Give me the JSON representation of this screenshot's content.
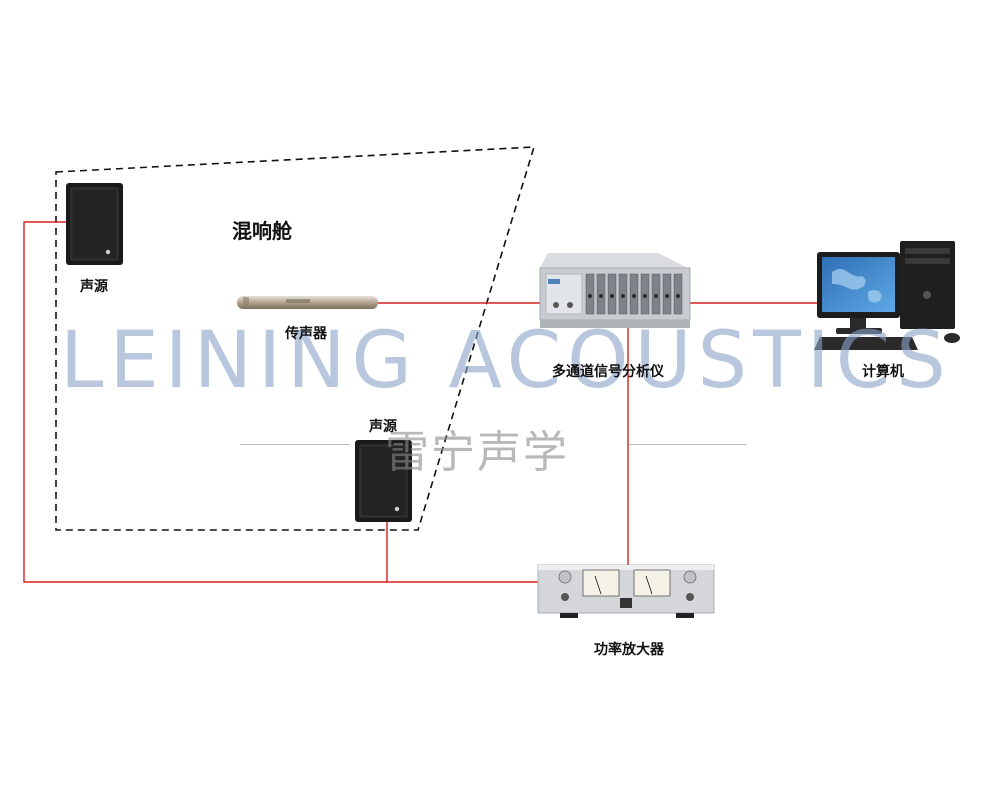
{
  "chamber": {
    "title": "混响舱"
  },
  "devices": {
    "speaker_top": "声源",
    "speaker_bottom": "声源",
    "microphone": "传声器",
    "analyzer": "多通道信号分析仪",
    "computer": "计算机",
    "amplifier": "功率放大器"
  },
  "watermark": {
    "en": "LEINING ACOUSTICS",
    "cn": "雷宁声学"
  },
  "colors": {
    "wire": "#d62020",
    "chamber_border": "#111111",
    "watermark_en": "#8aa3c9",
    "watermark_cn": "#8a8a8a"
  }
}
